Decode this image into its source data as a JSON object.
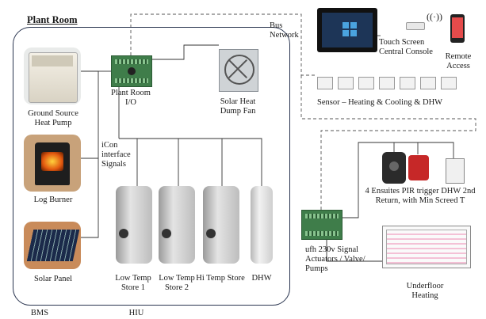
{
  "title": "Plant Room",
  "labels": {
    "ground_source": "Ground Source Heat Pump",
    "log_burner": "Log Burner",
    "solar_panel": "Solar Panel",
    "plant_room_io": "Plant Room I/O",
    "solar_heat_dump": "Solar Heat Dump Fan",
    "icon_signals": "iCon interface Signals",
    "low_temp_1": "Low Temp Store 1",
    "low_temp_2": "Low Temp Store 2",
    "hi_temp": "Hi Temp Store",
    "dhw": "DHW",
    "bms": "BMS",
    "hiu": "HIU",
    "bus_network": "Bus Network",
    "touch_screen": "Touch Screen Central Console",
    "remote_access": "Remote Access",
    "sensor": "Sensor – Heating & Cooling & DHW",
    "ensuites": "4 Ensuites PIR trigger DHW 2nd Return, with Min Screed T",
    "ufh_signal": "ufh 230v Signal Actuators / Valve/ Pumps",
    "underfloor": "Underfloor Heating"
  },
  "colors": {
    "room_border": "#2a3550",
    "bus_line": "#555555",
    "tank": "#c8c8c8",
    "pcb": "#3f7d4a"
  }
}
